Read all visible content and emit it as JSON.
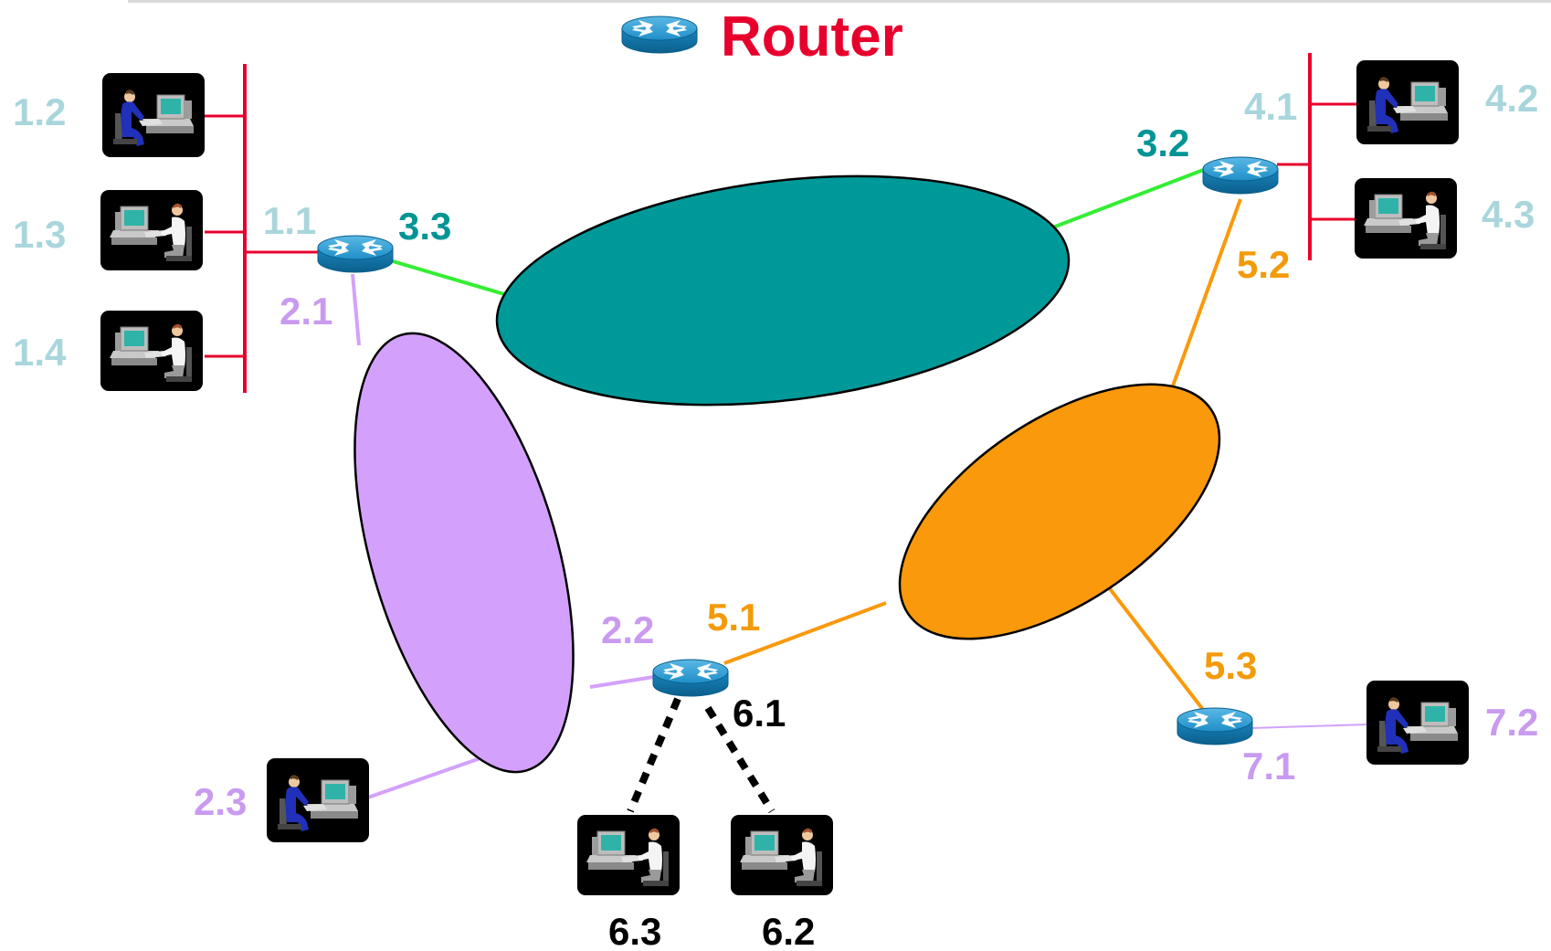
{
  "title": {
    "text": "Router",
    "color": "#e8002d",
    "icon": "router-icon"
  },
  "colors": {
    "teal": "#009999",
    "lilac": "#d3a1fb",
    "orange": "#f9990b",
    "green": "#33ee33",
    "red": "#e8002d",
    "pale_blue": "#a9d6dc",
    "dark_teal_text": "#009494",
    "lilac_text": "#c99bf0",
    "orange_text": "#f29b09",
    "black": "#000000"
  },
  "networks": [
    {
      "name": "network-1",
      "color": "#e8002d",
      "kind": "ethernet-bus"
    },
    {
      "name": "network-2",
      "color": "#d3a1fb",
      "kind": "cloud"
    },
    {
      "name": "network-3",
      "color": "#009999",
      "kind": "cloud"
    },
    {
      "name": "network-4",
      "color": "#e8002d",
      "kind": "ethernet-bus"
    },
    {
      "name": "network-5",
      "color": "#f9990b",
      "kind": "cloud"
    },
    {
      "name": "network-6",
      "color": "#000000",
      "kind": "dotted-links"
    },
    {
      "name": "network-7",
      "color": "#d3a1fb",
      "kind": "link"
    }
  ],
  "labels": {
    "h_1_2": "1.2",
    "h_1_3": "1.3",
    "h_1_4": "1.4",
    "r_1_1": "1.1",
    "r_2_1": "2.1",
    "r_3_3": "3.3",
    "r_3_2": "3.2",
    "r_4_1": "4.1",
    "h_4_2": "4.2",
    "h_4_3": "4.3",
    "r_5_2": "5.2",
    "r_2_2": "2.2",
    "r_5_1": "5.1",
    "r_6_1": "6.1",
    "h_2_3": "2.3",
    "r_5_3": "5.3",
    "r_7_1": "7.1",
    "h_7_2": "7.2",
    "h_6_3": "6.3",
    "h_6_2": "6.2"
  }
}
